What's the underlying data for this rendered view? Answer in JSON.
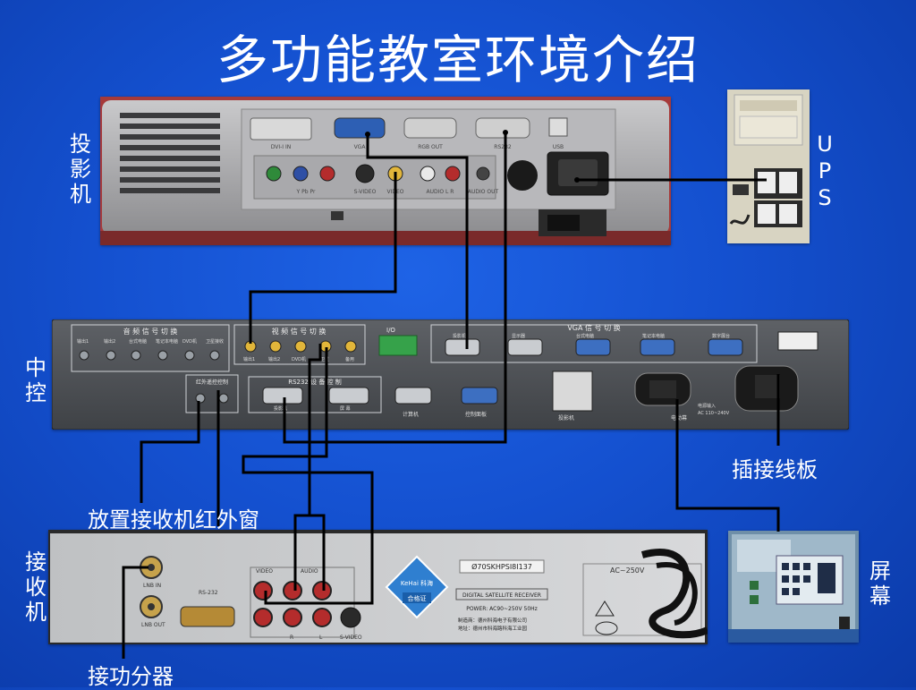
{
  "title": "多功能教室环境介绍",
  "labels": {
    "projector": [
      "投",
      "影",
      "机"
    ],
    "ups": [
      "U",
      "P",
      "S"
    ],
    "controller": [
      "中",
      "控"
    ],
    "receiver": [
      "接",
      "收",
      "机"
    ],
    "screen": [
      "屏",
      "幕"
    ],
    "power_strip": "插接线板",
    "ir_window": "放置接收机红外窗",
    "splitter": "接功分器"
  },
  "projector_photo": {
    "port_labels": [
      "DVI-I IN",
      "VGA",
      "RGB OUT",
      "RS232",
      "USB"
    ],
    "av_labels": [
      "Y Pb Pr",
      "S-VIDEO",
      "VIDEO",
      "AUDIO L R",
      "AUDIO OUT"
    ]
  },
  "controller_photo": {
    "section_audio": "音 频 信 号 切 换",
    "section_video": "视 频 信 号 切 换",
    "io": "I/O",
    "section_vga": "VGA 信 号 切 换",
    "audio_ports": [
      "输出1",
      "输出2",
      "台式电脑",
      "笔记本电脑",
      "DVD机",
      "卫星接收"
    ],
    "video_ports": [
      "输出1",
      "输出2",
      "DVD机",
      "卫星",
      "备用"
    ],
    "vga_ports": [
      "投影机",
      "显示器",
      "台式电脑",
      "笔记本电脑",
      "数字展台"
    ],
    "ir_section": "红外遥控控制",
    "rs232_section": "RS232 设 备 控 制",
    "rs232_ports": [
      "投影机",
      "屏 幕"
    ],
    "computer_port": "计算机",
    "panel_port": "控制面板",
    "projector_outlet": "投影机",
    "screen_outlet": "电动幕",
    "power_in": "电源输入",
    "power_spec": "AC 110~240V"
  },
  "receiver_photo": {
    "lnb_in": "LNB IN",
    "lnb_out": "LNB OUT",
    "rs232": "RS-232",
    "video": "VIDEO",
    "audio": "AUDIO",
    "r": "R",
    "l": "L",
    "svideo": "S-VIDEO",
    "serial": "Ø70SKHPSI8I137",
    "model": "DIGITAL SATELLITE RECEIVER",
    "power": "POWER: AC90~250V 50Hz",
    "maker1": "制造商：德州科海电子有限公司",
    "maker2": "地址：德州市科海路科海工业园",
    "badge_brand": "KeHai 科海",
    "badge_text": "合格证",
    "ac_label": "AC~250V"
  }
}
